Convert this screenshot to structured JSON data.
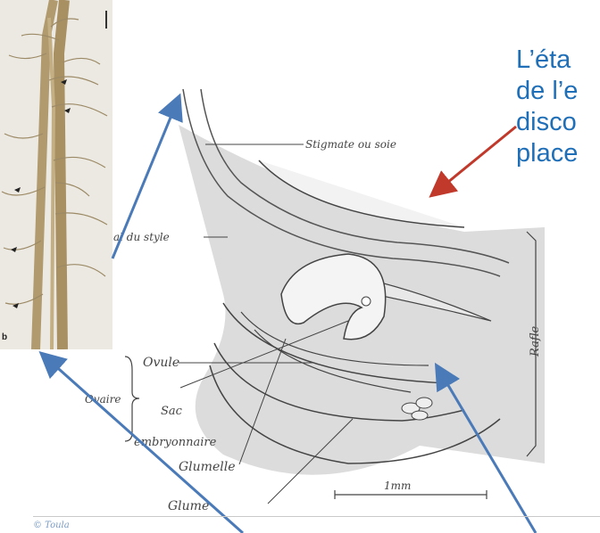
{
  "labels": {
    "stigma": "Stigmate ou soie",
    "style_canal": "al du style",
    "ovule": "Ovule",
    "ovary": "Ovaire",
    "sac": "Sac",
    "embryonic": "embryonnaire",
    "glumelle": "Glumelle",
    "glume": "Glume",
    "scale": "1mm",
    "rafle": "Rafle"
  },
  "title_lines": [
    "L’éta",
    "de l’e",
    "disco",
    "place"
  ],
  "photo_scale": "b",
  "credit": "© Toula",
  "colors": {
    "text_accent": "#1f6fb8",
    "blue_arrow": "#4a7ab8",
    "red_arrow": "#c0392b"
  }
}
